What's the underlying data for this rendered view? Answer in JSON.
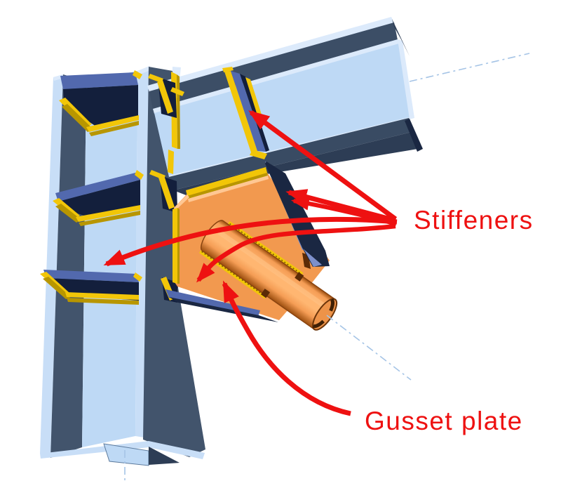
{
  "labels": {
    "stiffeners": "Stiffeners",
    "gusset_plate": "Gusset plate"
  },
  "annotations": {
    "stiffeners_arrow_count": 5,
    "gusset_plate_arrow_count": 1
  },
  "colors": {
    "background": "#FFFFFF",
    "annotation_red": "#EE1111",
    "steel_light": "#BED9F5",
    "steel_strip": "#C8DEF7",
    "steel_sliver": "#DCEAFB",
    "slate": "#42546C",
    "slate_beam_top": "#3C4E66",
    "slate_beam_bottom": "#394B63",
    "slate_beam_under": "#2D3D55",
    "navy": "#131F3C",
    "navy_plate": "#1A2742",
    "stiffener_blue": "#5269AE",
    "stiffener_blue_light": "#7D90CC",
    "weld_yellow": "#F2C608",
    "weld_yellow_dark": "#B89600",
    "gusset_orange": "#F2994F",
    "orange_highlight": "#FFC793",
    "tube_dark": "#9C4E0E",
    "tube_mid": "#F59D55",
    "tube_light": "#FFB671",
    "tube_rim": "#6B3409",
    "tube_slot": "#5C2B06",
    "axis_blue": "#A5C4E6",
    "outline_blue": "#5C7A9C"
  }
}
